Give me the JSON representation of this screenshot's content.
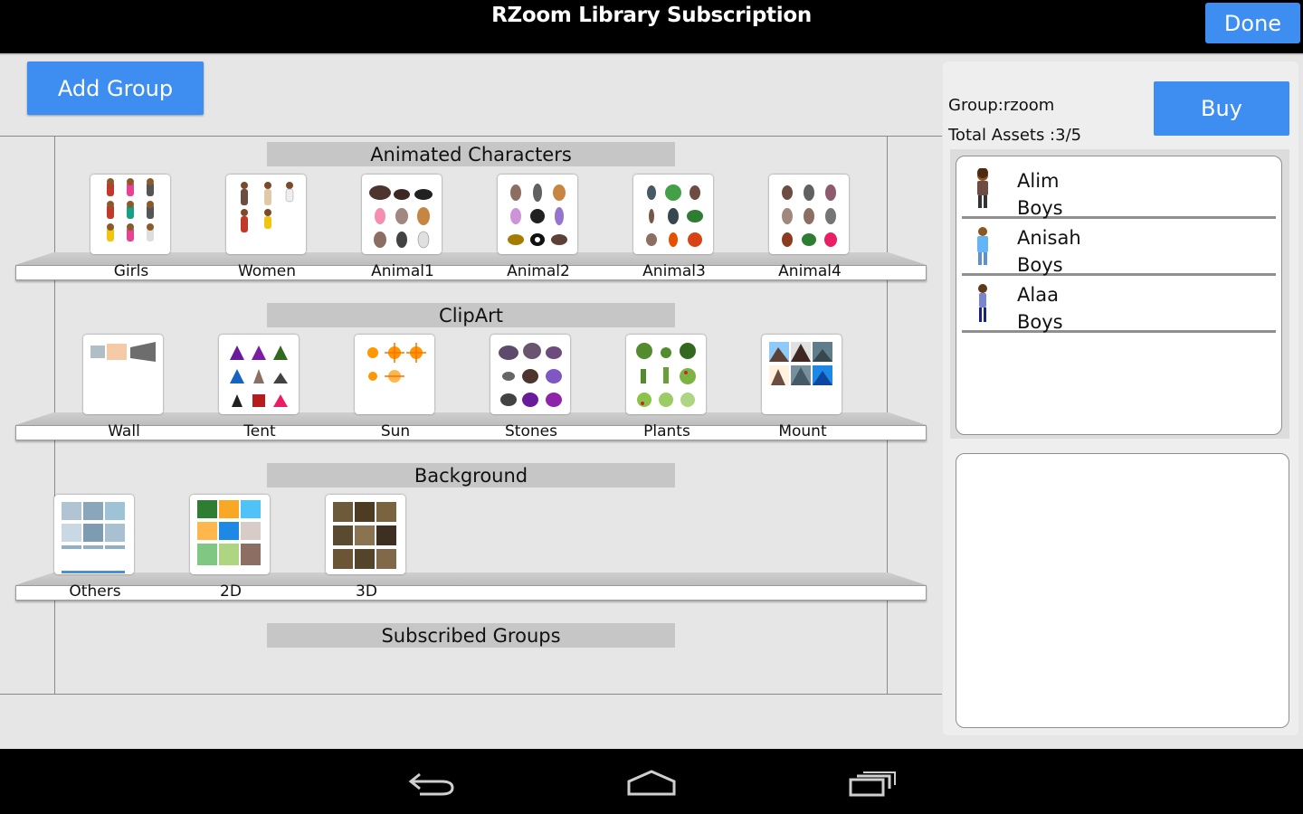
{
  "header": {
    "title": "RZoom Library Subscription",
    "done_label": "Done"
  },
  "toolbar": {
    "add_group_label": "Add Group"
  },
  "sections": [
    {
      "title": "Animated Characters",
      "items": [
        {
          "label": "Girls",
          "icon": "girls-thumbnail"
        },
        {
          "label": "Women",
          "icon": "women-thumbnail"
        },
        {
          "label": "Animal1",
          "icon": "animal1-thumbnail"
        },
        {
          "label": "Animal2",
          "icon": "animal2-thumbnail"
        },
        {
          "label": "Animal3",
          "icon": "animal3-thumbnail"
        },
        {
          "label": "Animal4",
          "icon": "animal4-thumbnail"
        }
      ]
    },
    {
      "title": "ClipArt",
      "items": [
        {
          "label": "Wall",
          "icon": "wall-thumbnail"
        },
        {
          "label": "Tent",
          "icon": "tent-thumbnail"
        },
        {
          "label": "Sun",
          "icon": "sun-thumbnail"
        },
        {
          "label": "Stones",
          "icon": "stones-thumbnail"
        },
        {
          "label": "Plants",
          "icon": "plants-thumbnail"
        },
        {
          "label": "Mount",
          "icon": "mount-thumbnail"
        }
      ]
    },
    {
      "title": "Background",
      "items": [
        {
          "label": "Others",
          "icon": "others-thumbnail"
        },
        {
          "label": "2D",
          "icon": "2d-thumbnail"
        },
        {
          "label": "3D",
          "icon": "3d-thumbnail"
        }
      ]
    },
    {
      "title": "Subscribed Groups",
      "items": []
    }
  ],
  "right_panel": {
    "group_name": "Group:rzoom",
    "total_assets": "Total Assets :3/5",
    "buy_label": "Buy",
    "assets": [
      {
        "name": "Alim",
        "group": "Boys",
        "icon": "boy-avatar-icon"
      },
      {
        "name": "Anisah",
        "group": "Boys",
        "icon": "boy-avatar-icon"
      },
      {
        "name": "Alaa",
        "group": "Boys",
        "icon": "boy-avatar-icon"
      }
    ]
  },
  "navbar": {
    "icons": [
      "back-icon",
      "home-icon",
      "recent-apps-icon"
    ]
  },
  "colors": {
    "accent_button": "#3e8ef2",
    "background": "#e6e6e6",
    "bar": "#000000",
    "section_header": "#c6c6c6"
  }
}
